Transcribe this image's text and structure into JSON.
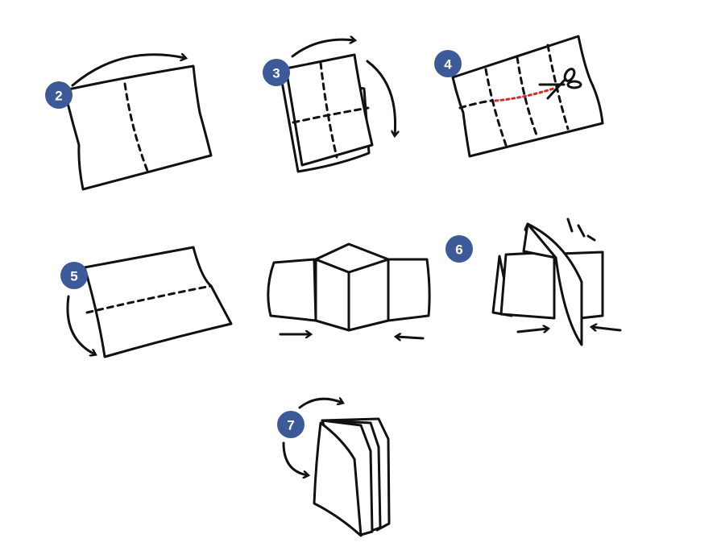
{
  "badge_color": "#3d5a98",
  "cut_line_color": "#d62b2b",
  "steps": [
    {
      "number": "2"
    },
    {
      "number": "3"
    },
    {
      "number": "4"
    },
    {
      "number": "5"
    },
    {
      "number": "6"
    },
    {
      "number": "7"
    }
  ]
}
